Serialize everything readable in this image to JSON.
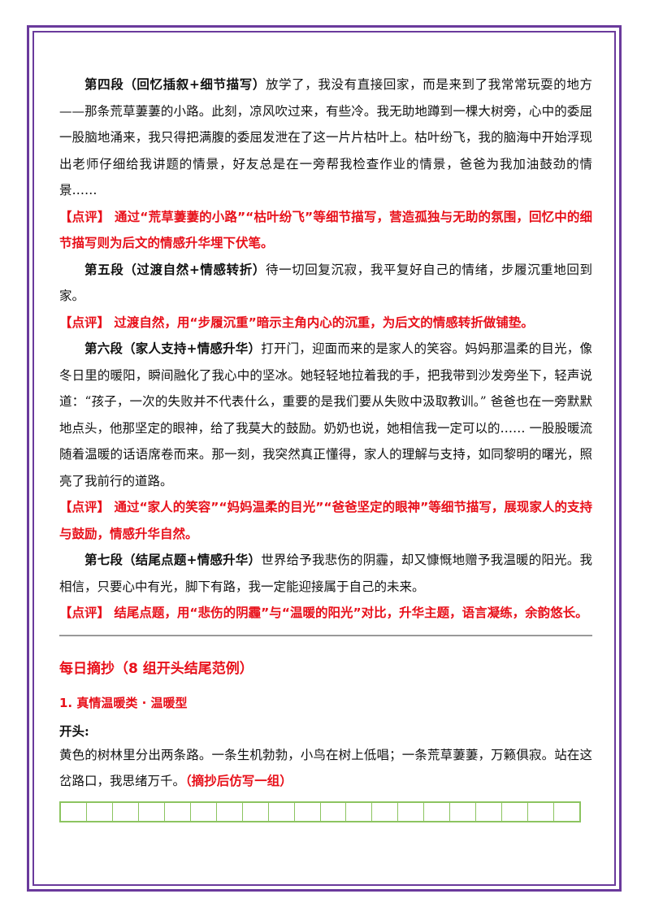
{
  "p4": {
    "heading": "第四段（回忆插叙+细节描写）",
    "text": "放学了，我没有直接回家，而是来到了我常常玩耍的地方——那条荒草萋萋的小路。此刻，凉风吹过来，有些冷。我无助地蹲到一棵大树旁，心中的委屈一股脑地涌来，我只得把满腹的委屈发泄在了这一片片枯叶上。枯叶纷飞，我的脑海中开始浮现出老师仔细给我讲题的情景，好友总是在一旁帮我检查作业的情景，爸爸为我加油鼓劲的情景……"
  },
  "r4": "【点评】 通过“荒草萋萋的小路”“枯叶纷飞”等细节描写，营造孤独与无助的氛围，回忆中的细节描写则为后文的情感升华埋下伏笔。",
  "p5": {
    "heading": "第五段（过渡自然+情感转折）",
    "text": "待一切回复沉寂，我平复好自己的情绪，步履沉重地回到家。"
  },
  "r5": "【点评】 过渡自然，用“步履沉重”暗示主角内心的沉重，为后文的情感转折做铺垫。",
  "p6": {
    "heading": "第六段（家人支持+情感升华）",
    "text": "打开门，迎面而来的是家人的笑容。妈妈那温柔的目光，像冬日里的暖阳，瞬间融化了我心中的坚冰。她轻轻地拉着我的手，把我带到沙发旁坐下，轻声说道：“孩子，一次的失败并不代表什么，重要的是我们要从失败中汲取教训。” 爸爸也在一旁默默地点头，他那坚定的眼神，给了我莫大的鼓励。奶奶也说，她相信我一定可以的…… 一股股暖流随着温暖的话语席卷而来。那一刻，我突然真正懂得，家人的理解与支持，如同黎明的曙光，照亮了我前行的道路。"
  },
  "r6": "【点评】 通过“家人的笑容”“妈妈温柔的目光”“爸爸坚定的眼神”等细节描写，展现家人的支持与鼓励，情感升华自然。",
  "p7": {
    "heading": "第七段（结尾点题+情感升华）",
    "text": "世界给予我悲伤的阴霾，却又慷慨地赠予我温暖的阳光。我相信，只要心中有光，脚下有路，我一定能迎接属于自己的未来。"
  },
  "r7": "【点评】 结尾点题，用“悲伤的阴霾”与“温暖的阳光”对比，升华主题，语言凝练，余韵悠长。",
  "section": {
    "title": "每日摘抄（8 组开头结尾范例）",
    "subtitle": "1.  真情温暖类 · 温暖型",
    "label": "开头:",
    "text": "黄色的树林里分出两条路。一条生机勃勃，小鸟在树上低唱；一条荒草萋萋，万籁俱寂。站在这岔路口，我思绪万千。",
    "note": "（摘抄后仿写一组）"
  },
  "grid_cells": 20,
  "colors": {
    "frame": "#6a3a9c",
    "review": "#e8101a",
    "grid": "#8cc460",
    "divider": "#999999"
  }
}
